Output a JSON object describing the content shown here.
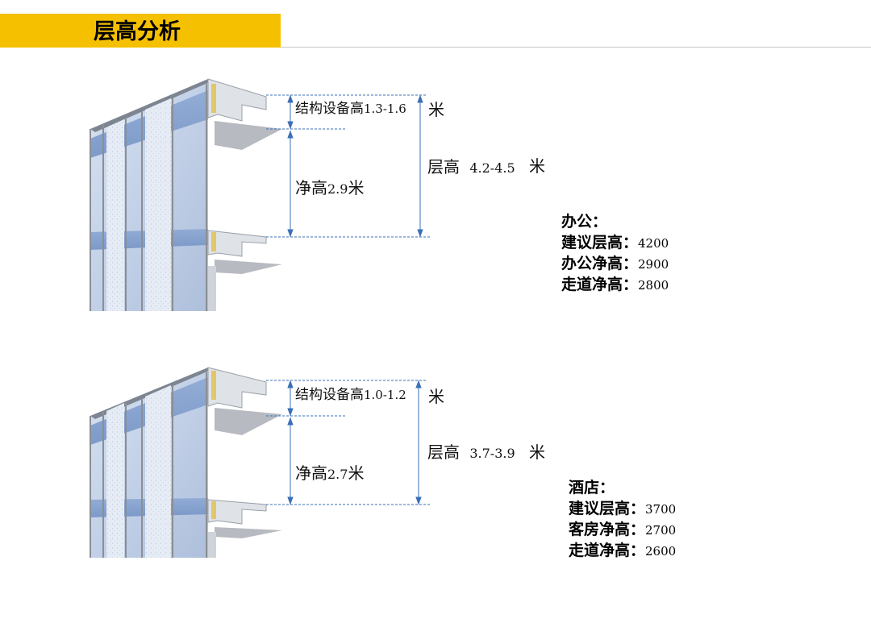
{
  "header": {
    "title": "层高分析"
  },
  "office": {
    "struct_label": "结构设备高",
    "struct_value": "1.3-1.6",
    "struct_unit": "米",
    "clear_label": "净高",
    "clear_value": "2.9",
    "clear_unit": "米",
    "floor_label": "层高",
    "floor_value": "4.2-4.5",
    "floor_unit": "米",
    "info_title": "办公：",
    "rows": [
      {
        "label": "建议层高：",
        "value": "4200"
      },
      {
        "label": "办公净高：",
        "value": "2900"
      },
      {
        "label": "走道净高：",
        "value": "2800"
      }
    ]
  },
  "hotel": {
    "struct_label": "结构设备高",
    "struct_value": "1.0-1.2",
    "struct_unit": "米",
    "clear_label": "净高",
    "clear_value": "2.7",
    "clear_unit": "米",
    "floor_label": "层高",
    "floor_value": "3.7-3.9",
    "floor_unit": "米",
    "info_title": "酒店：",
    "rows": [
      {
        "label": "建议层高：",
        "value": "3700"
      },
      {
        "label": "客房净高：",
        "value": "2700"
      },
      {
        "label": "走道净高：",
        "value": "2600"
      }
    ]
  },
  "colors": {
    "title_bar": "#f5c000",
    "dimension_line": "#3b6fb6",
    "glass": "#b9cbe6",
    "frame": "#8a8f96"
  }
}
